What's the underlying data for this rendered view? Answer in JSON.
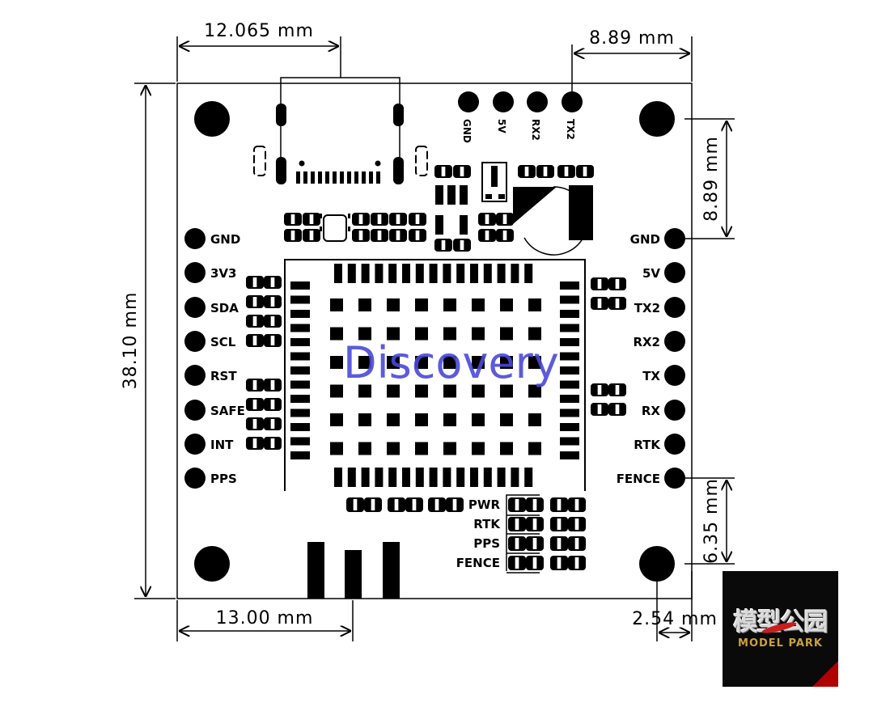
{
  "dimensions": {
    "top_left": "12.065 mm",
    "top_right": "8.89 mm",
    "right_upper": "8.89 mm",
    "left": "38.10 mm",
    "right_lower": "6.35 mm",
    "bottom_left": "13.00 mm",
    "bottom_right": "2.54 mm"
  },
  "top_pins": [
    "GND",
    "5V",
    "RX2",
    "TX2"
  ],
  "left_pins": [
    "GND",
    "3V3",
    "SDA",
    "SCL",
    "RST",
    "SAFE",
    "INT",
    "PPS"
  ],
  "right_pins": [
    "GND",
    "5V",
    "TX2",
    "RX2",
    "TX",
    "RX",
    "RTK",
    "FENCE"
  ],
  "led_labels": [
    "PWR",
    "RTK",
    "PPS",
    "FENCE"
  ],
  "watermark": "Discovery",
  "logo": {
    "cn": "模型公园",
    "en": "MODEL PARK"
  },
  "colors": {
    "ink": "#000000",
    "watermark": "#4a4ad8",
    "logo_bg": "#0a0a0a",
    "logo_accent": "#b00000"
  }
}
